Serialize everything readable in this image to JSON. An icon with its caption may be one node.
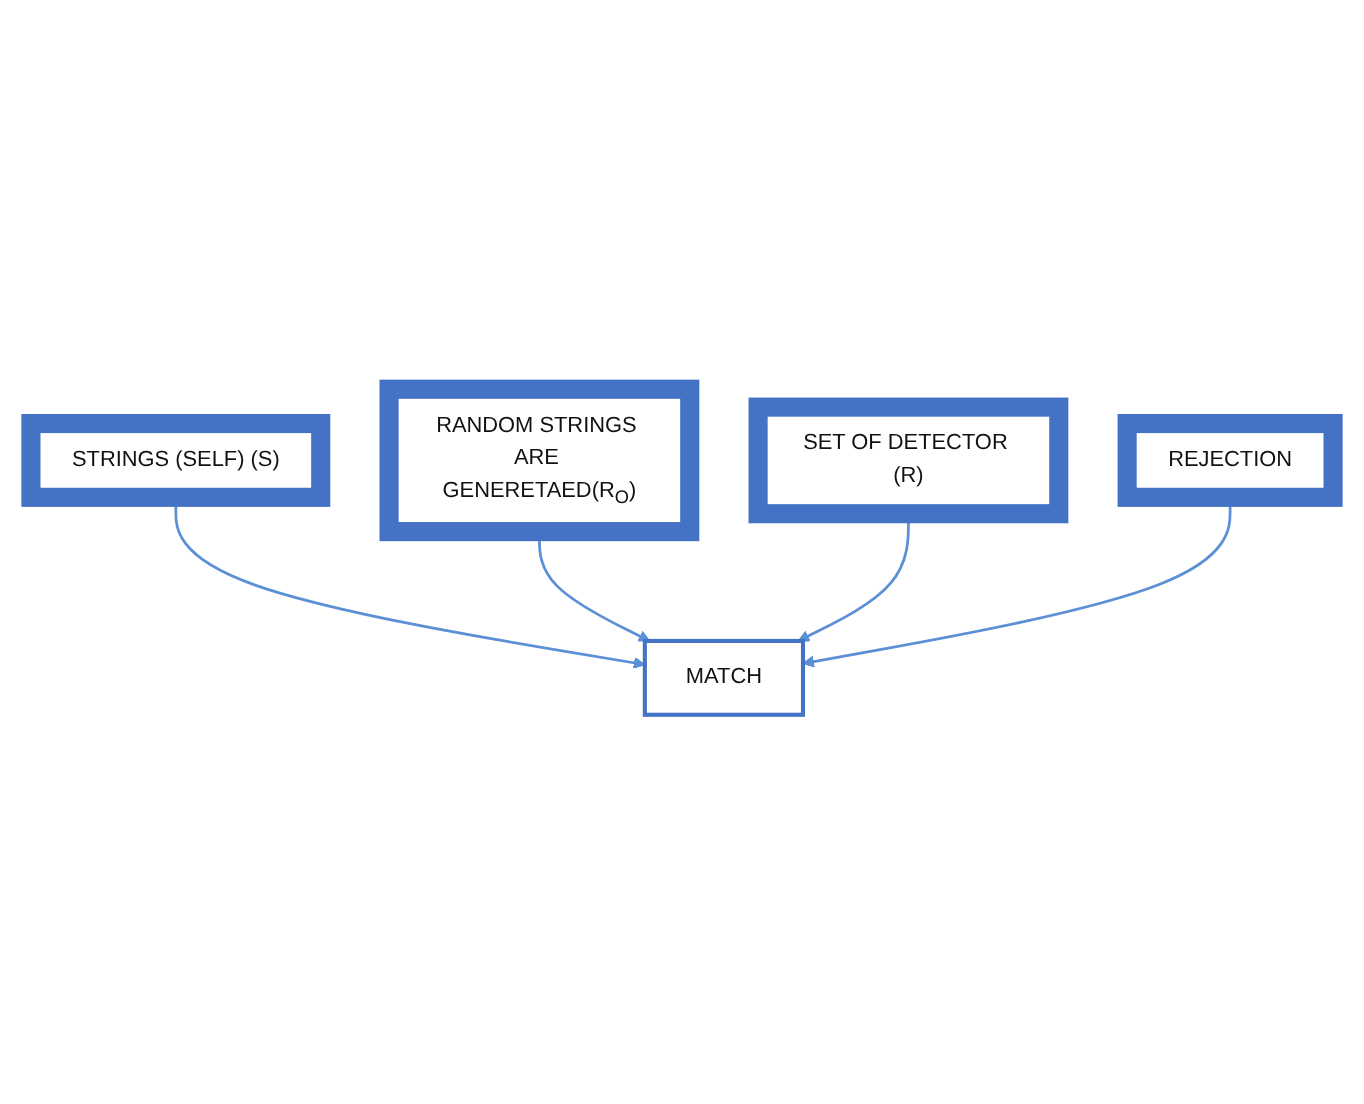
{
  "diagram": {
    "nodes": [
      {
        "text": [
          "STRINGS (SELF) (S)"
        ]
      },
      {
        "text": [
          "RANDOM STRINGS ARE GENERETAED(R$_{O}$)"
        ]
      },
      {
        "text": [
          "MATCH"
        ]
      },
      {
        "text": [
          "SET OF DETECTOR (R)"
        ]
      },
      {
        "text": [
          "REJECTION"
        ]
      }
    ],
    "edges": [
      {
        "from": 0,
        "to": 2,
        "arrow": "to"
      },
      {
        "from": 1,
        "to": 2,
        "arrow": "to"
      },
      {
        "from": 3,
        "to": 2,
        "arrow": "to"
      },
      {
        "from": 4,
        "to": 2,
        "arrow": "to"
      }
    ]
  }
}
